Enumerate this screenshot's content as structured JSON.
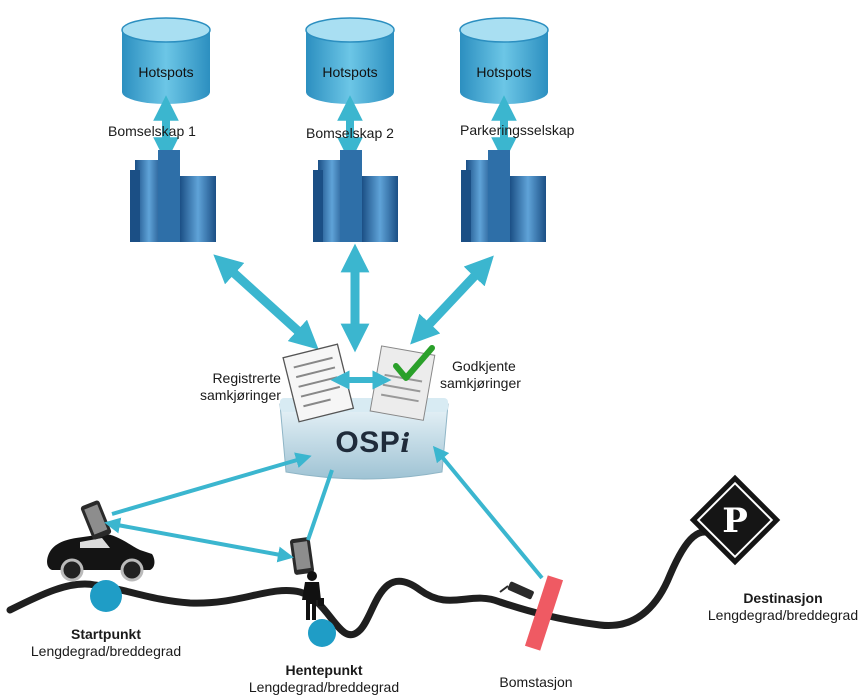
{
  "databases": [
    {
      "label": "Hotspots"
    },
    {
      "label": "Hotspots"
    },
    {
      "label": "Hotspots"
    }
  ],
  "companies": [
    {
      "name": "Bomselskap 1"
    },
    {
      "name": "Bomselskap 2"
    },
    {
      "name": "Parkeringsselskap"
    }
  ],
  "hub": {
    "name": "OSP",
    "suffix": "i"
  },
  "documents": {
    "left": {
      "line1": "Registrerte",
      "line2": "samkjøringer"
    },
    "right": {
      "line1": "Godkjente",
      "line2": "samkjøringer"
    }
  },
  "route_points": {
    "start": {
      "title": "Startpunkt",
      "subtitle": "Lengdegrad/breddegrad"
    },
    "pickup": {
      "title": "Hentepunkt",
      "subtitle": "Lengdegrad/breddegrad"
    },
    "toll": {
      "title": "Bomstasjon"
    },
    "destination": {
      "title": "Destinasjon",
      "subtitle": "Lengdegrad/breddegrad",
      "sign": "P"
    }
  },
  "colors": {
    "arrow": "#3bb6cf",
    "db_fill": "#4fb3d9",
    "db_top": "#a9dff2",
    "building": "#2e6fa8",
    "road": "#1f1f1f",
    "toll_bar": "#ef5a63",
    "point": "#1f9dc6",
    "check": "#2aa02a"
  }
}
